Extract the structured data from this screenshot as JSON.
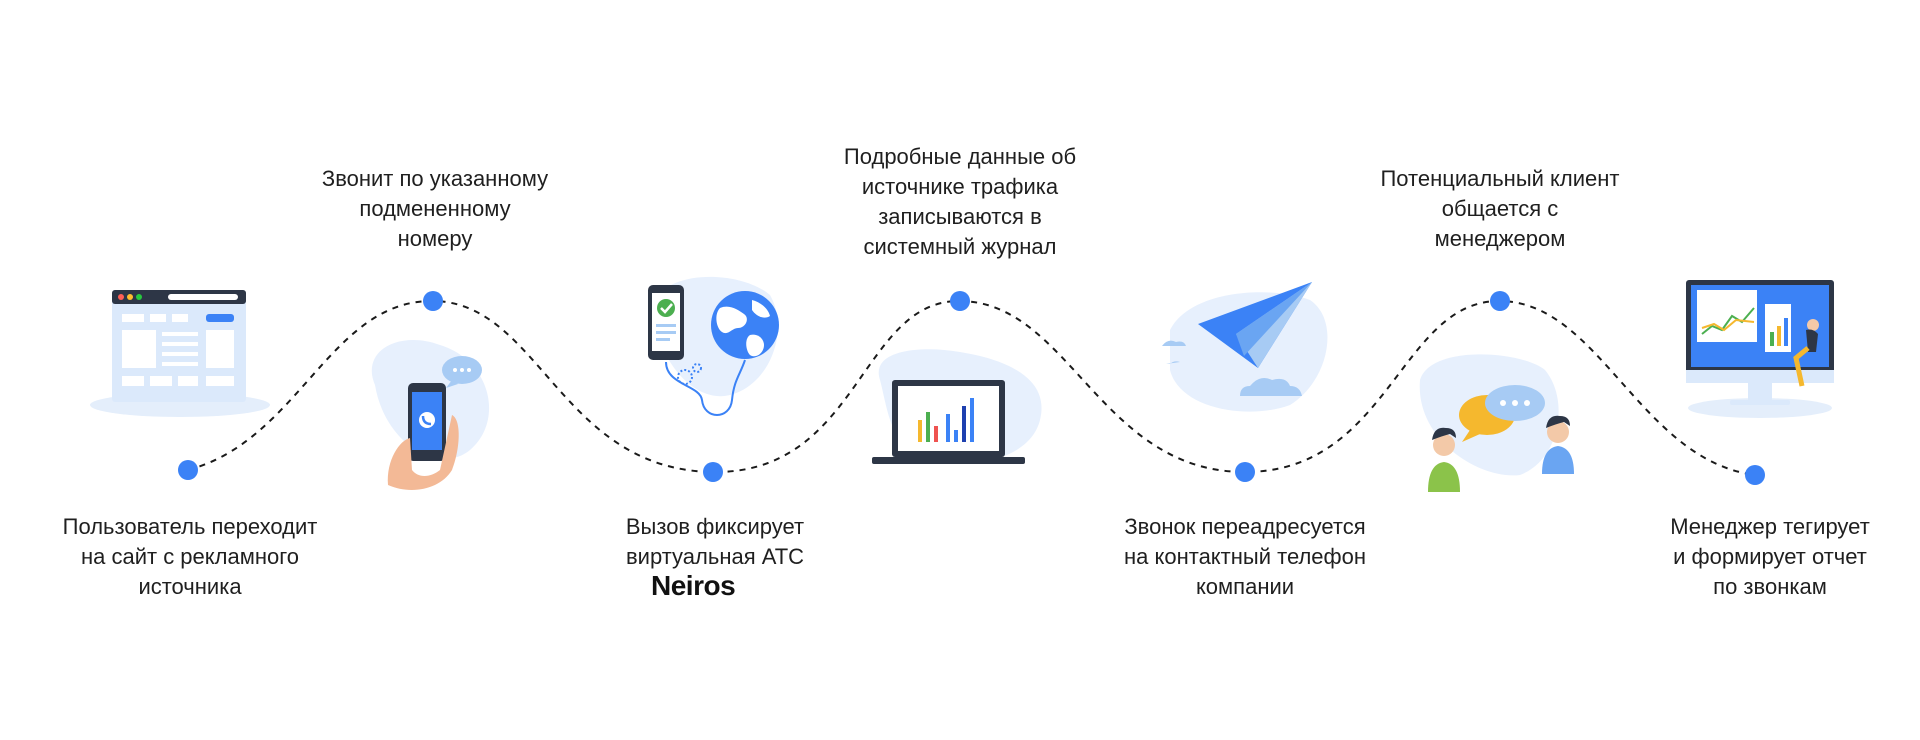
{
  "steps": [
    {
      "lines": [
        "Пользователь переходит",
        "на сайт с рекламного",
        "источника"
      ]
    },
    {
      "lines": [
        "Звонит по указанному",
        "подмененному",
        "номеру"
      ]
    },
    {
      "lines": [
        "Вызов фиксирует",
        "виртуальная АТС"
      ]
    },
    {
      "lines": [
        "Подробные данные об",
        "источнике трафика",
        "записываются в",
        "системный журнал"
      ]
    },
    {
      "lines": [
        "Звонок переадресуется",
        "на контактный телефон",
        "компании"
      ]
    },
    {
      "lines": [
        "Потенциальный клиент",
        "общается с",
        "менеджером"
      ]
    },
    {
      "lines": [
        "Менеджер тегирует",
        "и формирует отчет",
        "по звонкам"
      ]
    }
  ],
  "brand": {
    "name": "Neiros"
  },
  "colors": {
    "accent": "#3b82f6",
    "light_blue": "#dbe9fb",
    "path": "#1a1a1a",
    "yellow": "#f5b82e"
  },
  "icons": [
    "browser-window-icon",
    "phone-in-hand-icon",
    "phone-globe-icon",
    "laptop-chart-icon",
    "paper-plane-icon",
    "chat-people-icon",
    "monitor-dashboard-icon"
  ]
}
